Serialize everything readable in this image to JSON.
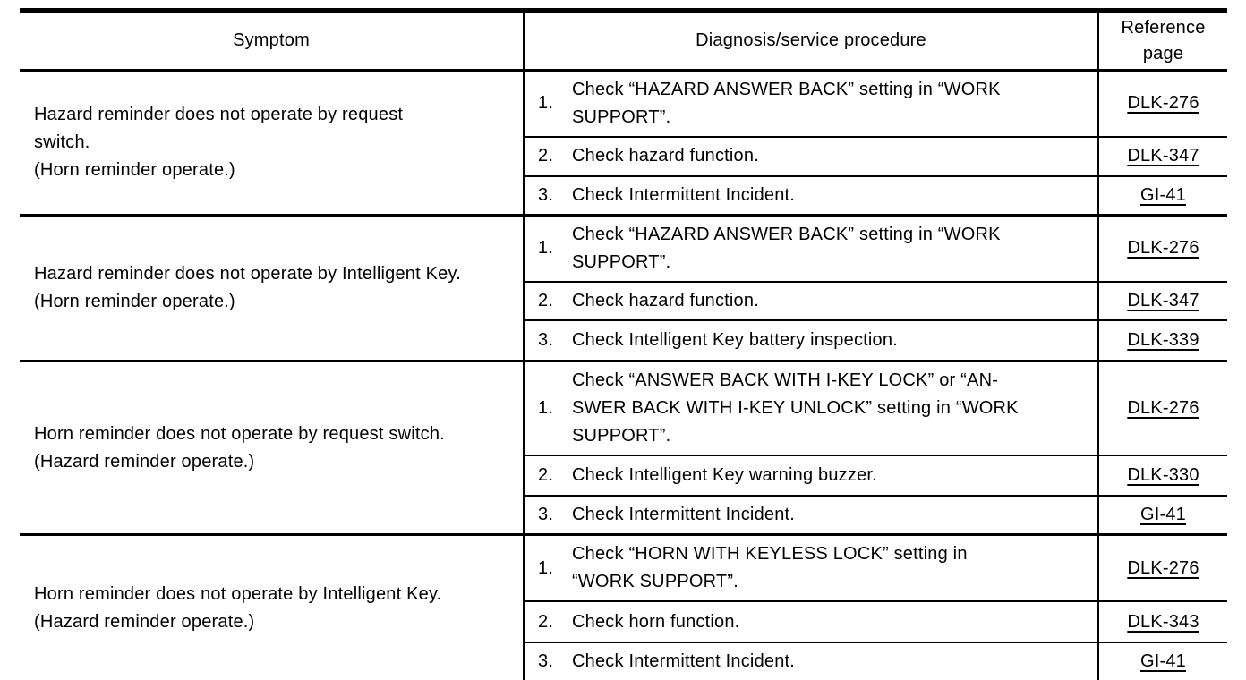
{
  "page": {
    "background_color": "#ffffff",
    "line_color": "#000000"
  },
  "table": {
    "headers": {
      "symptom": "Symptom",
      "procedure": "Diagnosis/service procedure",
      "reference": "Reference\npage"
    },
    "groups": [
      {
        "symptom": "Hazard reminder does not operate by request\nswitch.\n(Horn reminder operate.)",
        "procedures": [
          {
            "num": "1.",
            "text": "Check “HAZARD ANSWER BACK” setting in “WORK\nSUPPORT”.",
            "ref": "DLK-276"
          },
          {
            "num": "2.",
            "text": "Check hazard function.",
            "ref": "DLK-347"
          },
          {
            "num": "3.",
            "text": "Check Intermittent Incident.",
            "ref": "GI-41"
          }
        ]
      },
      {
        "symptom": "Hazard reminder does not operate by Intelligent Key.\n(Horn reminder operate.)",
        "procedures": [
          {
            "num": "1.",
            "text": "Check “HAZARD ANSWER BACK” setting in “WORK\nSUPPORT”.",
            "ref": "DLK-276"
          },
          {
            "num": "2.",
            "text": "Check hazard function.",
            "ref": "DLK-347"
          },
          {
            "num": "3.",
            "text": "Check Intelligent Key battery inspection.",
            "ref": "DLK-339"
          }
        ]
      },
      {
        "symptom": "Horn reminder does not operate by request switch.\n(Hazard reminder operate.)",
        "procedures": [
          {
            "num": "1.",
            "text": "Check “ANSWER BACK WITH I-KEY LOCK” or “AN-\nSWER BACK WITH I-KEY UNLOCK” setting in “WORK\nSUPPORT”.",
            "ref": "DLK-276"
          },
          {
            "num": "2.",
            "text": "Check Intelligent Key warning buzzer.",
            "ref": "DLK-330"
          },
          {
            "num": "3.",
            "text": "Check Intermittent Incident.",
            "ref": "GI-41"
          }
        ]
      },
      {
        "symptom": "Horn reminder does not operate by Intelligent Key.\n(Hazard reminder operate.)",
        "procedures": [
          {
            "num": "1.",
            "text": "Check “HORN WITH KEYLESS LOCK” setting in\n“WORK SUPPORT”.",
            "ref": "DLK-276"
          },
          {
            "num": "2.",
            "text": "Check horn function.",
            "ref": "DLK-343"
          },
          {
            "num": "3.",
            "text": "Check Intermittent Incident.",
            "ref": "GI-41"
          }
        ]
      }
    ]
  }
}
